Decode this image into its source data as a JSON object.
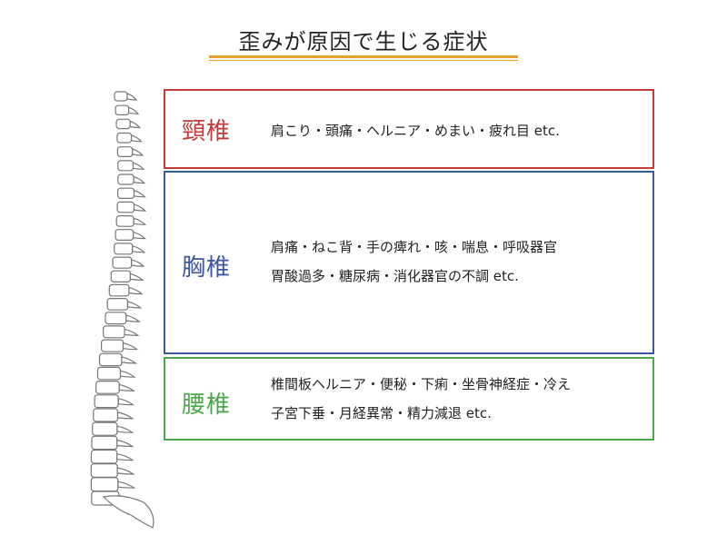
{
  "title": "歪みが原因で生じる症状",
  "colors": {
    "title_rule": "#e7a22a",
    "cervical": "#c33a3a",
    "thoracic": "#3d56a0",
    "lumbar": "#4aa84a",
    "spine_outline": "#777777"
  },
  "sections": [
    {
      "name": "頸椎",
      "lines": [
        "肩こり・頭痛・ヘルニア・めまい・疲れ目 etc."
      ]
    },
    {
      "name": "胸椎",
      "lines": [
        "肩痛・ねこ背・手の痺れ・咳・喘息・呼吸器官",
        "胃酸過多・糖尿病・消化器官の不調 etc."
      ]
    },
    {
      "name": "腰椎",
      "lines": [
        "椎間板ヘルニア・便秘・下痢・坐骨神経症・冷え",
        "子宮下垂・月経異常・精力減退 etc."
      ]
    }
  ]
}
